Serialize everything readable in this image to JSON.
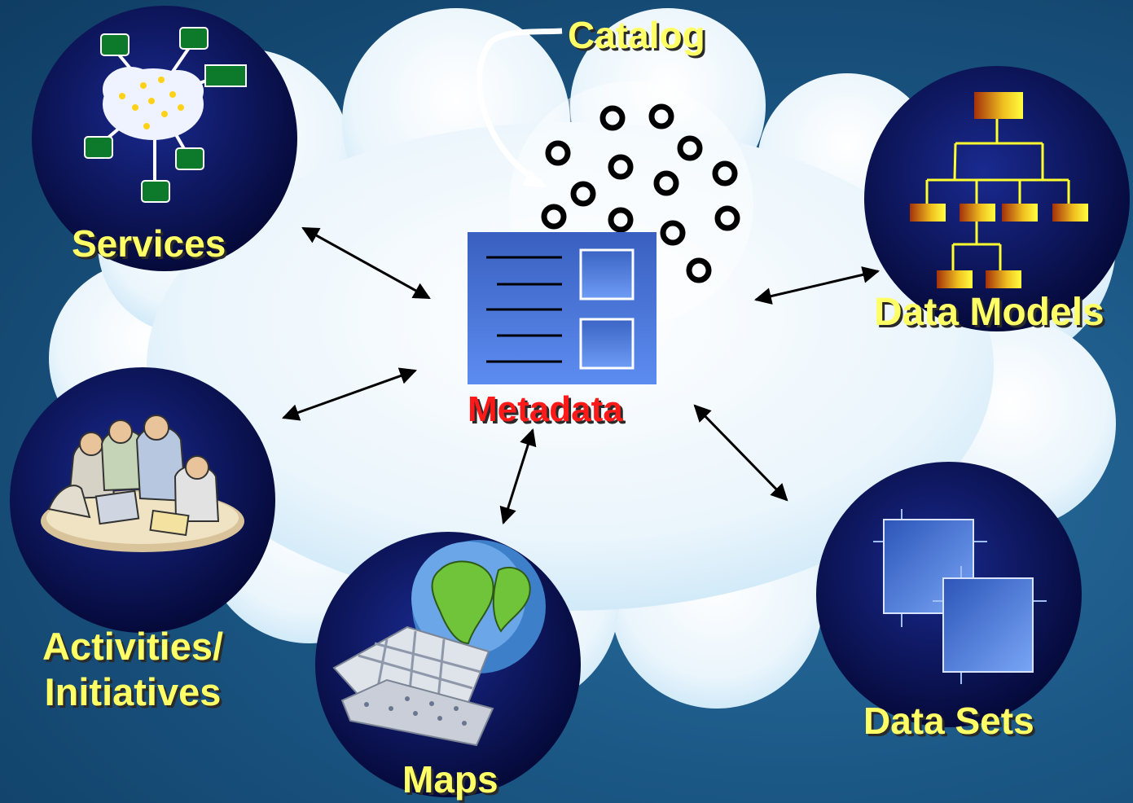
{
  "diagram": {
    "center": {
      "label": "Metadata"
    },
    "catalog": {
      "label": "Catalog"
    },
    "nodes": [
      {
        "id": "services",
        "label": "Services",
        "icon": "network-cloud-icon"
      },
      {
        "id": "data-models",
        "label": "Data Models",
        "icon": "org-chart-icon"
      },
      {
        "id": "activities",
        "label_line1": "Activities/",
        "label_line2": "Initiatives",
        "icon": "people-meeting-icon"
      },
      {
        "id": "maps",
        "label": "Maps",
        "icon": "globe-map-icon"
      },
      {
        "id": "data-sets",
        "label": "Data Sets",
        "icon": "overlapping-frames-icon"
      }
    ]
  },
  "colors": {
    "background": "#1b5785",
    "label": "#ffff66",
    "center_label": "#ff1a1a",
    "node_circle": "#0a1258",
    "cloud": "#e8f4fc",
    "document": "#4d7ce0"
  }
}
